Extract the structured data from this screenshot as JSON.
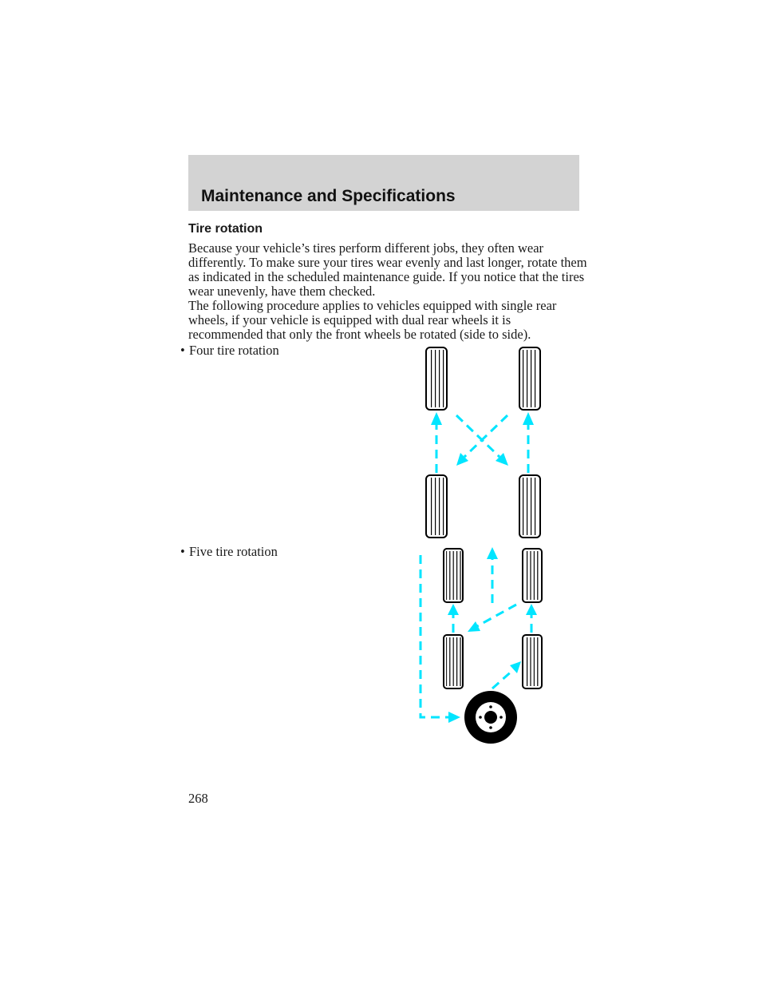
{
  "header": {
    "title": "Maintenance and Specifications"
  },
  "section": {
    "heading": "Tire rotation"
  },
  "paragraphs": [
    "Because your vehicle’s tires perform different jobs, they often wear differently. To make sure your tires wear evenly and last longer, rotate them as indicated in the scheduled maintenance guide. If you notice that the tires wear unevenly, have them checked.",
    "The following procedure applies to vehicles equipped with single rear wheels, if your vehicle is equipped with dual rear wheels it is recommended that only the front wheels be rotated (side to side)."
  ],
  "bullets": [
    {
      "symbol": "•",
      "label": "Four tire rotation"
    },
    {
      "symbol": "•",
      "label": "Five tire rotation"
    }
  ],
  "diagram": {
    "arrow_color": "#00e5ff",
    "tire_color": "#000000"
  },
  "page_number": "268"
}
